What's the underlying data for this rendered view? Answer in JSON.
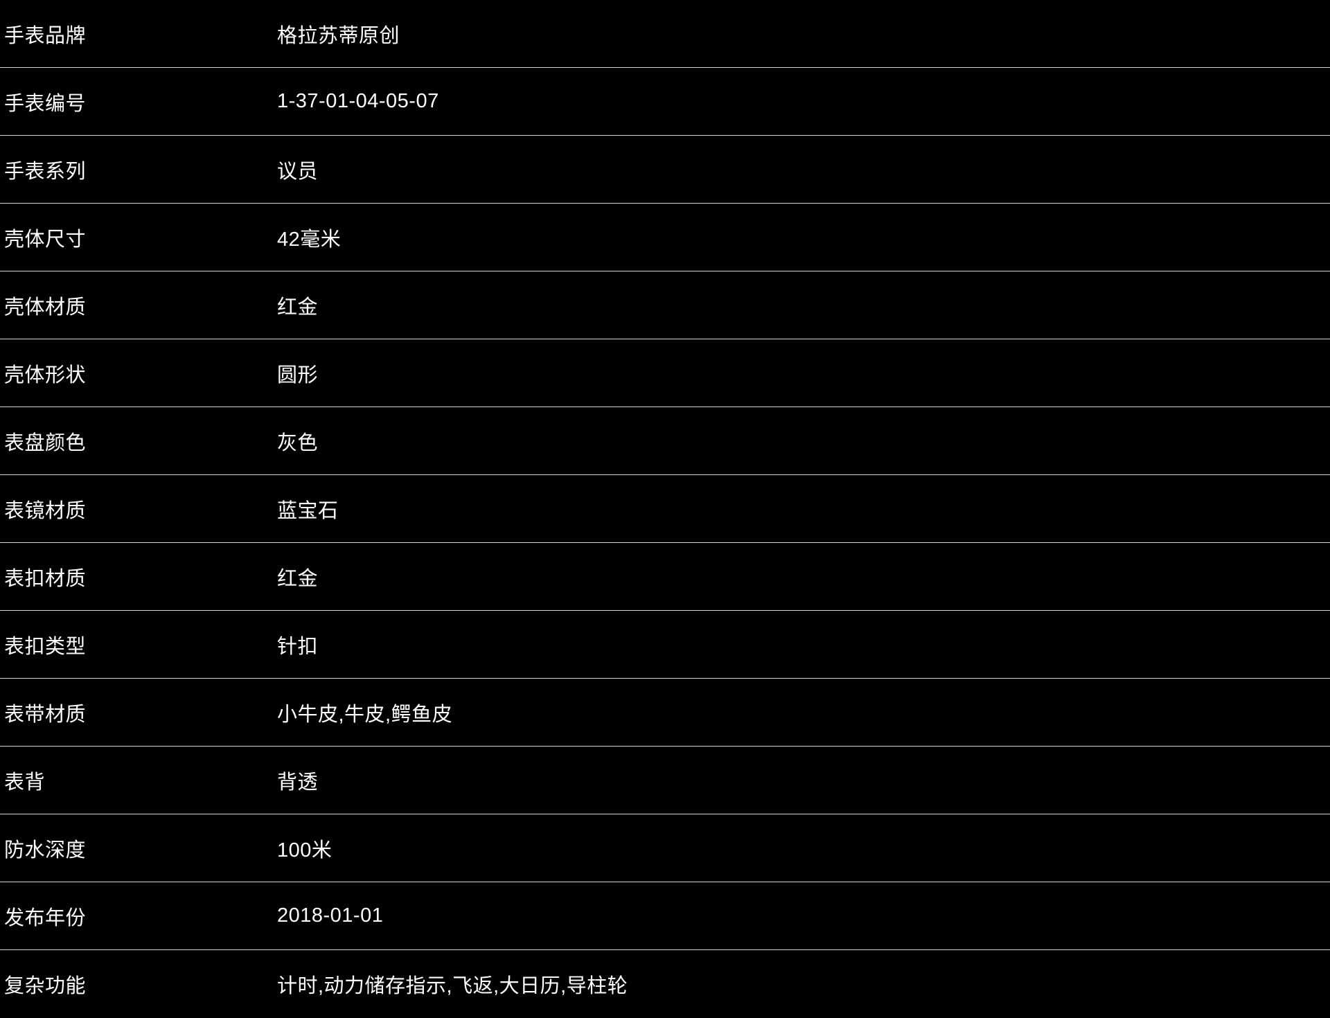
{
  "theme": {
    "background": "#000000",
    "text_color": "#ffffff",
    "divider_color": "#d8d8d8"
  },
  "table": {
    "rows": [
      {
        "label": "手表品牌",
        "value": "格拉苏蒂原创"
      },
      {
        "label": "手表编号",
        "value": "1-37-01-04-05-07"
      },
      {
        "label": "手表系列",
        "value": "议员"
      },
      {
        "label": "壳体尺寸",
        "value": "42毫米"
      },
      {
        "label": "壳体材质",
        "value": "红金"
      },
      {
        "label": "壳体形状",
        "value": "圆形"
      },
      {
        "label": "表盘颜色",
        "value": "灰色"
      },
      {
        "label": "表镜材质",
        "value": "蓝宝石"
      },
      {
        "label": "表扣材质",
        "value": "红金"
      },
      {
        "label": "表扣类型",
        "value": "针扣"
      },
      {
        "label": "表带材质",
        "value": "小牛皮,牛皮,鳄鱼皮"
      },
      {
        "label": "表背",
        "value": "背透"
      },
      {
        "label": "防水深度",
        "value": "100米"
      },
      {
        "label": "发布年份",
        "value": "2018-01-01"
      },
      {
        "label": "复杂功能",
        "value": "计时,动力储存指示,飞返,大日历,导柱轮"
      }
    ]
  }
}
